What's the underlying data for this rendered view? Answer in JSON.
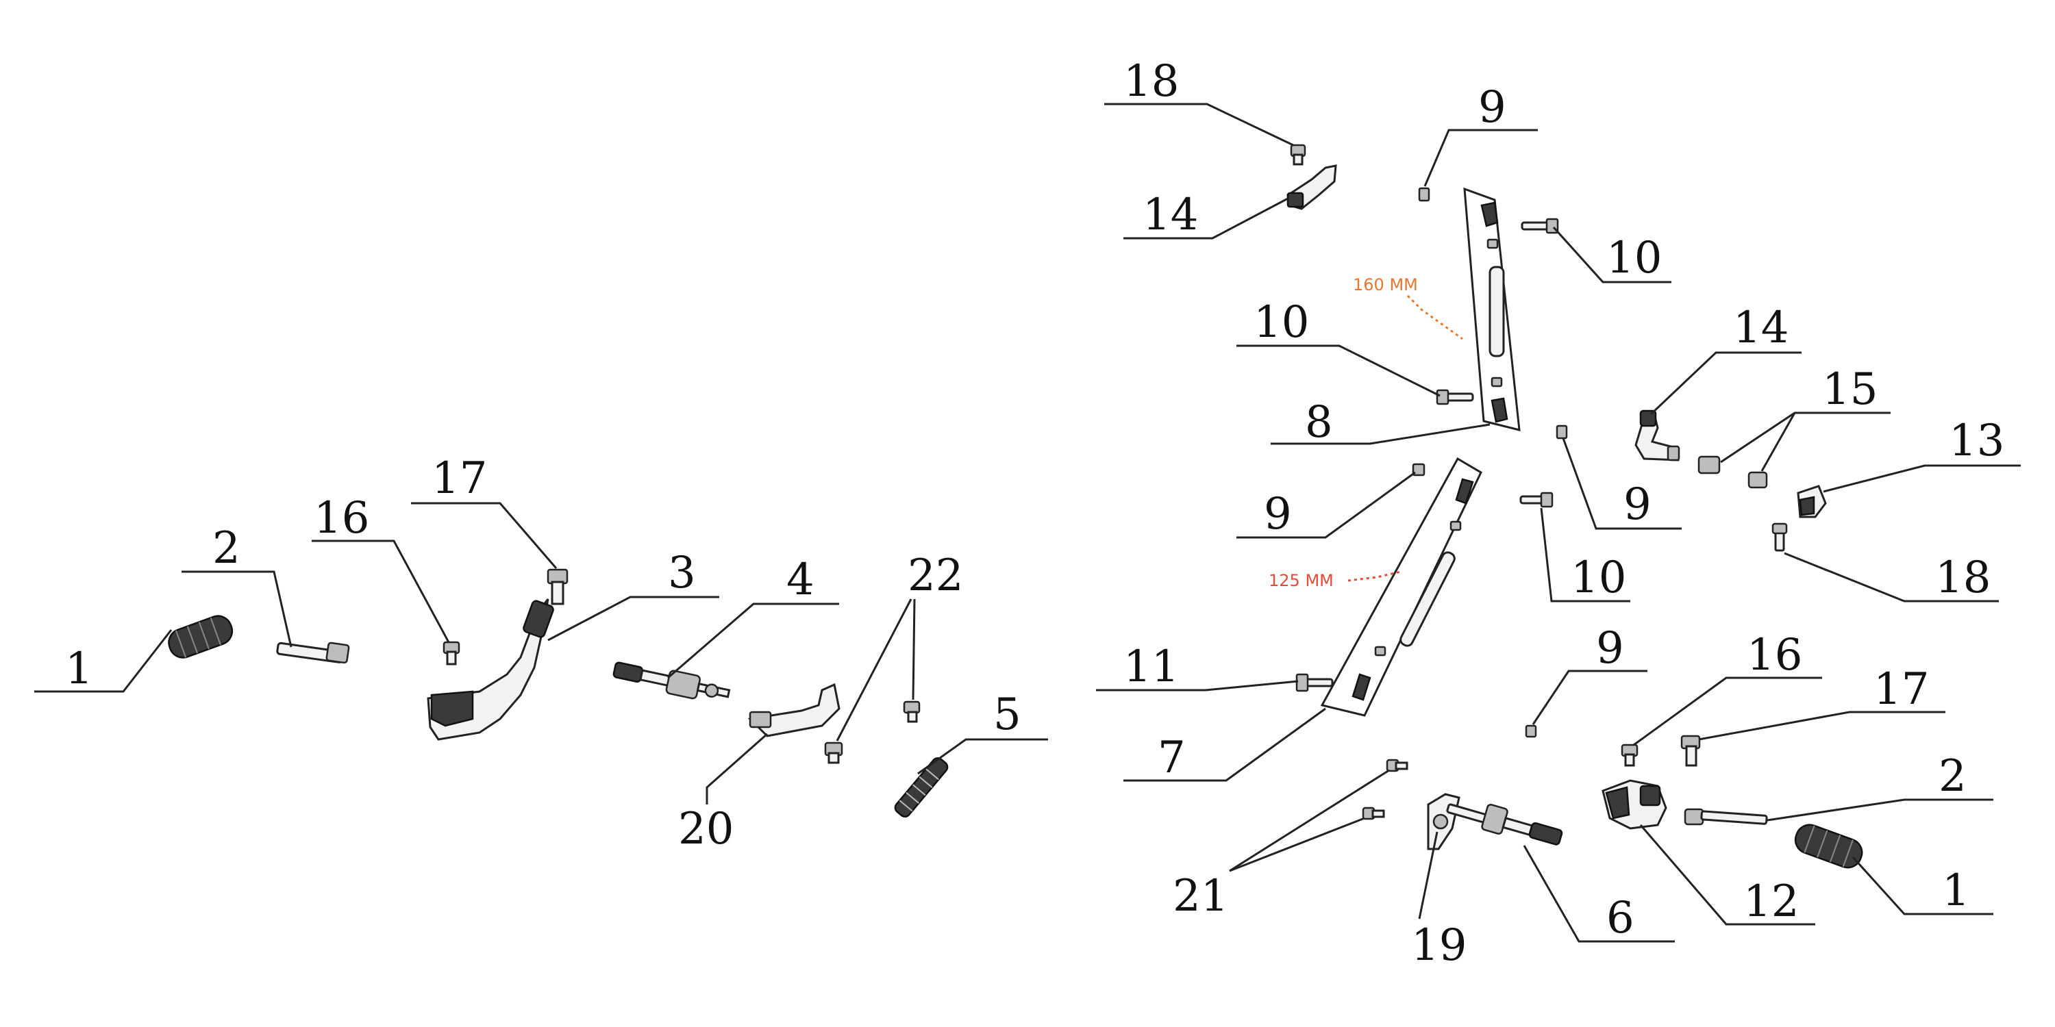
{
  "callouts": {
    "c1_left": "1",
    "c2_left": "2",
    "c16_left": "16",
    "c17_left": "17",
    "c3": "3",
    "c4": "4",
    "c22": "22",
    "c5": "5",
    "c20": "20",
    "c18_top": "18",
    "c14_top": "14",
    "c9_top": "9",
    "c10_a": "10",
    "c10_b": "10",
    "c8": "8",
    "c9_mid_left": "9",
    "c9_mid_right": "9",
    "c14_right": "14",
    "c15": "15",
    "c13": "13",
    "c10_c": "10",
    "c18_right": "18",
    "c11": "11",
    "c7": "7",
    "c9_low": "9",
    "c16_right": "16",
    "c17_right": "17",
    "c2_right": "2",
    "c21": "21",
    "c19": "19",
    "c6": "6",
    "c12": "12",
    "c1_right": "1"
  },
  "dimensions": {
    "upper_rod": "160 MM",
    "lower_rod": "125 MM"
  },
  "colors": {
    "upper_dim": "#e8772e",
    "lower_dim": "#e84a3a"
  }
}
